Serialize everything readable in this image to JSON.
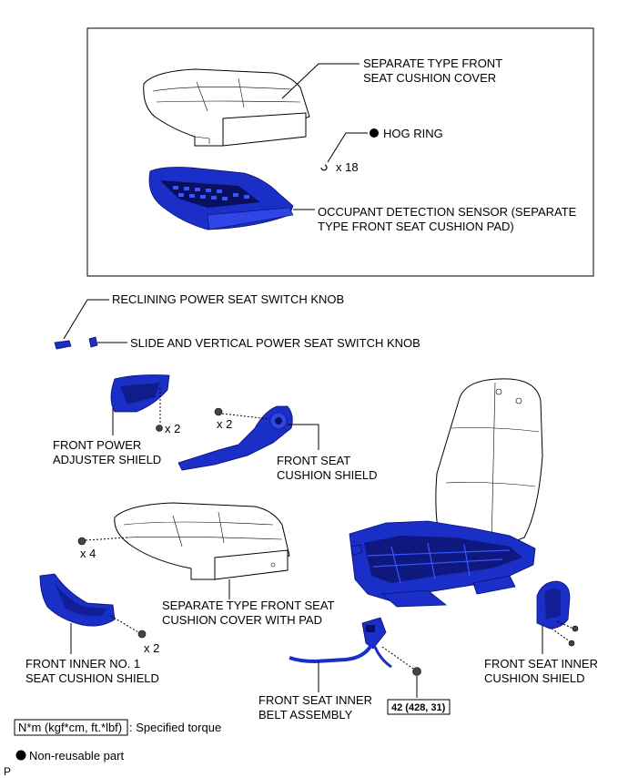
{
  "labels": {
    "cushion_cover_line1": "SEPARATE TYPE FRONT",
    "cushion_cover_line2": "SEAT CUSHION COVER",
    "hog_ring": "HOG RING",
    "hog_ring_qty": "x 18",
    "sensor_line1": "OCCUPANT DETECTION SENSOR (SEPARATE",
    "sensor_line2": "TYPE FRONT SEAT CUSHION PAD)",
    "reclining_knob": "RECLINING POWER SEAT SWITCH KNOB",
    "slide_knob": "SLIDE AND VERTICAL POWER SEAT SWITCH KNOB",
    "adjuster_shield_qty": "x 2",
    "adjuster_shield_line1": "FRONT POWER",
    "adjuster_shield_line2": "ADJUSTER SHIELD",
    "cushion_shield_qty": "x 2",
    "cushion_shield_line1": "FRONT SEAT",
    "cushion_shield_line2": "CUSHION SHIELD",
    "cover_pad_qty": "x 4",
    "cover_pad_line1": "SEPARATE TYPE FRONT SEAT",
    "cover_pad_line2": "CUSHION COVER WITH PAD",
    "inner_no1_qty": "x 2",
    "inner_no1_line1": "FRONT INNER NO. 1",
    "inner_no1_line2": "SEAT CUSHION SHIELD",
    "inner_belt_line1": "FRONT SEAT INNER",
    "inner_belt_line2": "BELT ASSEMBLY",
    "torque_value": "42 (428, 31)",
    "inner_cushion_line1": "FRONT SEAT INNER",
    "inner_cushion_line2": "CUSHION SHIELD"
  },
  "legend": {
    "torque_box": "N*m (kgf*cm, ft.*lbf)",
    "torque_desc": ": Specified torque",
    "nonreusable": "Non-reusable part"
  },
  "corner_mark": "P",
  "colors": {
    "part_fill": "#1a2ec8",
    "part_dark": "#0a1060",
    "line": "#000000",
    "background": "#ffffff"
  }
}
